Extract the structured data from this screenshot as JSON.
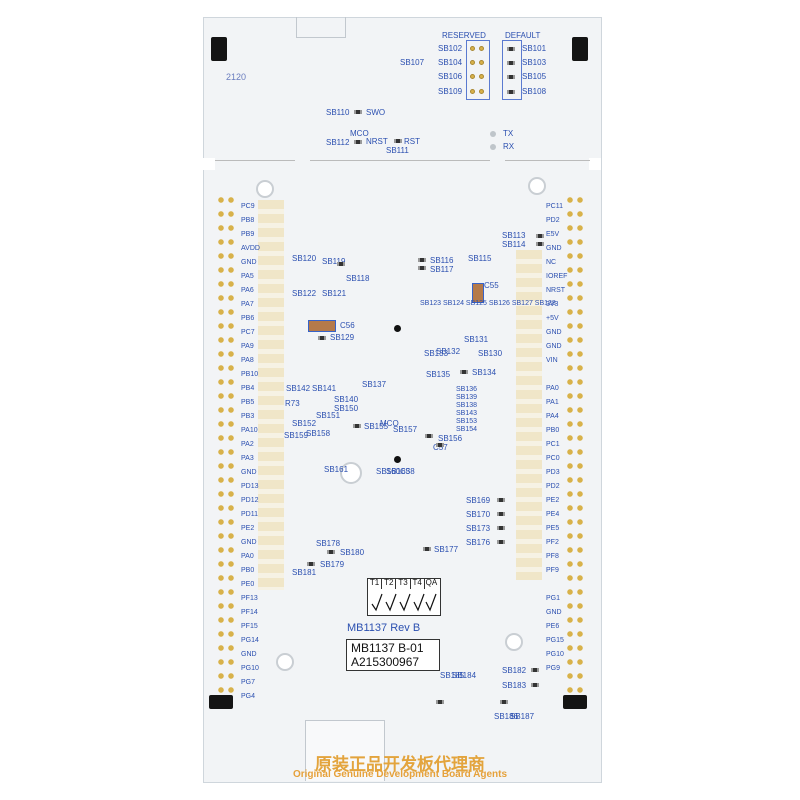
{
  "board": {
    "model_silk": "MB1137 Rev B",
    "sticker_line1": "MB1137 B-01",
    "sticker_line2": "A215300967",
    "date_code": "2120",
    "qa_header": [
      "T1",
      "T2",
      "T3",
      "T4",
      "QA"
    ]
  },
  "top_section": {
    "reserved_label": "RESERVED",
    "default_label": "DEFAULT",
    "reserved": [
      "SB102",
      "SB104",
      "SB106",
      "SB109"
    ],
    "default": [
      "SB101",
      "SB103",
      "SB105",
      "SB108"
    ],
    "sb107": "SB107",
    "sb110": "SB110",
    "swo": "SWO",
    "mco": "MCO",
    "sb112": "SB112",
    "nrst": "NRST",
    "rst": "RST",
    "sb111": "SB111",
    "tx": "TX",
    "rx": "RX"
  },
  "center_labels": {
    "sb116": "SB116",
    "sb117": "SB117",
    "sb115": "SB115",
    "c55": "C55",
    "sb118": "SB118",
    "sb119": "SB119",
    "sb120": "SB120",
    "sb121": "SB121",
    "sb122": "SB122",
    "c56": "C56",
    "sb129": "SB129",
    "sb123_cluster": "SB123 SB124 SB125 SB126 SB127 SB128",
    "sb130": "SB130",
    "sb131": "SB131",
    "sb132": "SB132",
    "sb133": "SB133",
    "sb134": "SB134",
    "sb135": "SB135",
    "sb136_group": [
      "SB136",
      "SB139",
      "SB138",
      "SB143",
      "SB153",
      "SB154"
    ],
    "sb137": "SB137",
    "sb142": "SB142",
    "sb141": "SB141",
    "sb140": "SB140",
    "sb150": "SB150",
    "sb151": "SB151",
    "r73": "R73",
    "sb152": "SB152",
    "sb155": "SB155",
    "sb157": "SB157",
    "sb156": "SB156",
    "c57": "C57",
    "mco2": "MCO",
    "sb158": "SB158",
    "sb159": "SB159",
    "sb161": "SB161",
    "sb163": "SB163",
    "sb160": "SB160",
    "c58": "C58",
    "sb169": "SB169",
    "sb170": "SB170",
    "sb173": "SB173",
    "sb176": "SB176",
    "sb177": "SB177",
    "sb178": "SB178",
    "sb180": "SB180",
    "sb179": "SB179",
    "sb181": "SB181",
    "sb182": "SB182",
    "sb183": "SB183",
    "sb184": "SB184",
    "sb185": "SB185",
    "sb186": "SB186",
    "sb187": "SB187",
    "sb113": "SB113",
    "sb114": "SB114"
  },
  "left_pins": [
    "PC9",
    "PB8",
    "PB9",
    "AVDD",
    "GND",
    "PA5",
    "PA6",
    "PA7",
    "PB6",
    "PC7",
    "PA9",
    "PA8",
    "PB10",
    "PB4",
    "PB5",
    "PB3",
    "PA10",
    "PA2",
    "PA3",
    "GND",
    "PD13",
    "PD12",
    "PD11",
    "PE2",
    "GND",
    "PA0",
    "PB0",
    "PE0",
    "PF13",
    "PF14",
    "PF15",
    "PG14",
    "GND",
    "PG10",
    "PG7",
    "PG4"
  ],
  "right_pins": [
    "PC11",
    "PD2",
    "E5V",
    "GND",
    "NC",
    "IOREF",
    "NRST",
    "3V3",
    "+5V",
    "GND",
    "GND",
    "VIN",
    "PA0",
    "PA1",
    "PA4",
    "PB0",
    "PC1",
    "PC0",
    "PD3",
    "PD2",
    "PE2",
    "PE4",
    "PE5",
    "PF2",
    "PF8",
    "PF9",
    "PG1",
    "GND",
    "PE6",
    "PG15",
    "PG10",
    "PG9"
  ],
  "colors": {
    "silk": "#2b4fb0",
    "board": "#f2f4f6",
    "pad": "#d8b24a",
    "watermark": "#e3a43d"
  },
  "watermark": {
    "line1": "原装正品开发板代理商",
    "line2": "Original Genuine Development Board Agents"
  }
}
